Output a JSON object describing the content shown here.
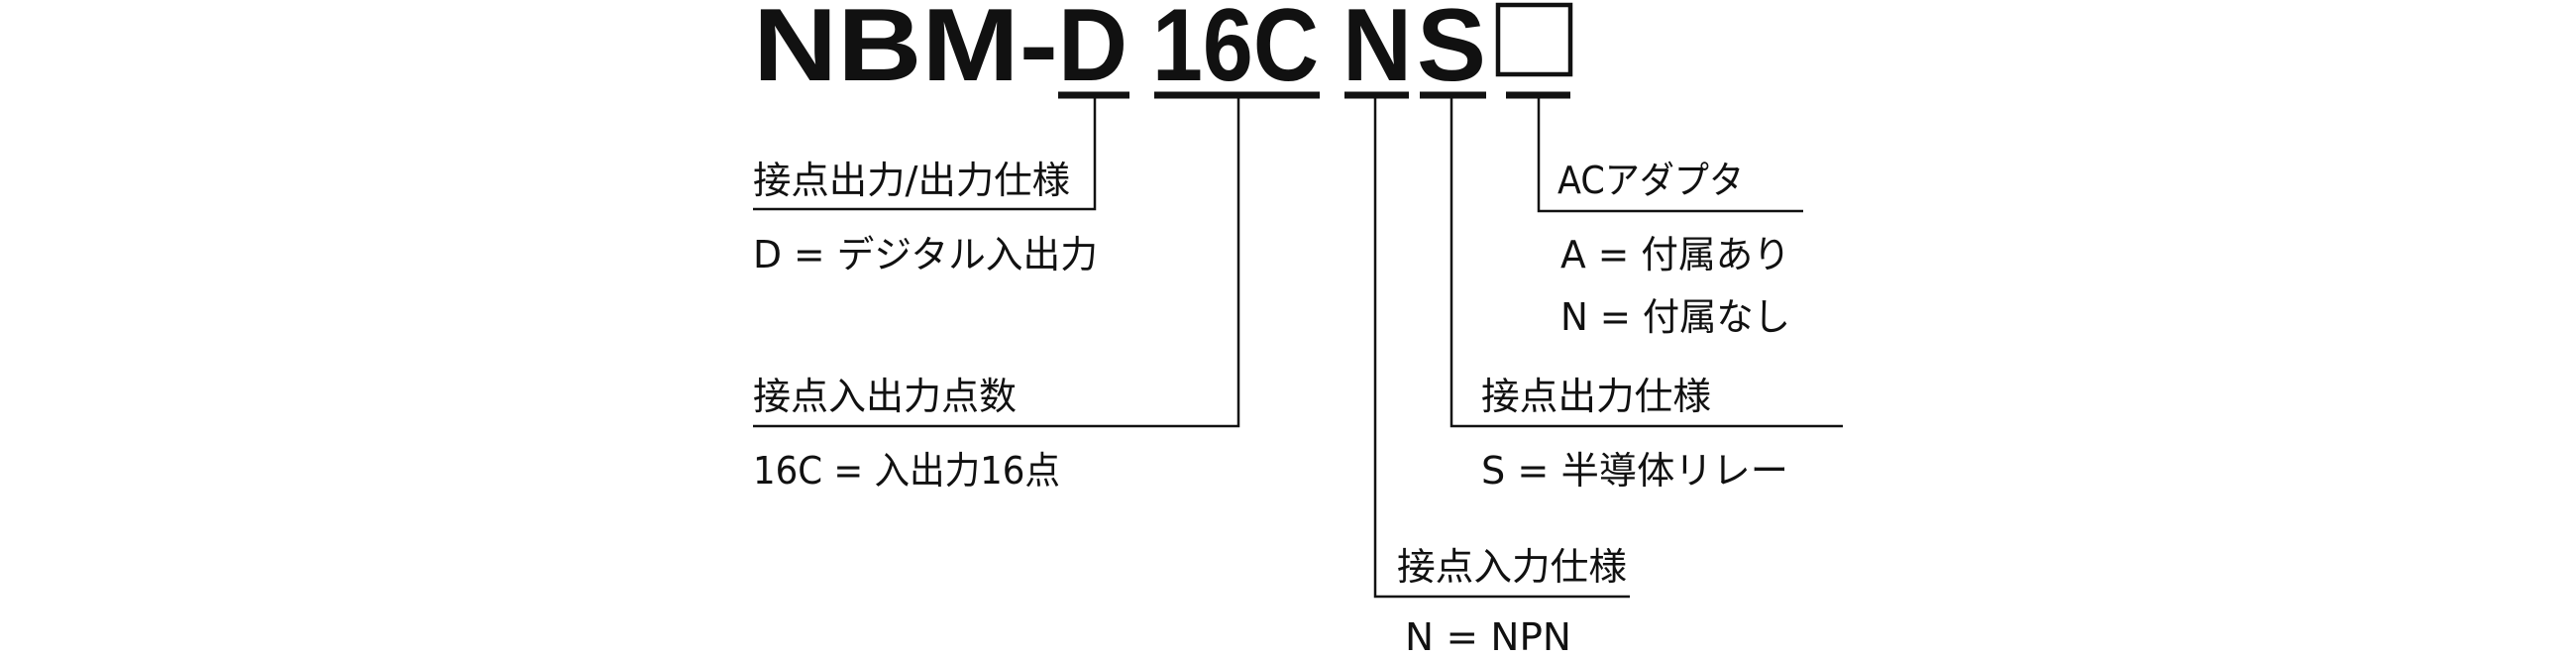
{
  "model": {
    "prefix": "NBM-",
    "codes": [
      "D",
      "16C",
      "N",
      "S"
    ],
    "placeholder_symbol": "□"
  },
  "groups": {
    "io_spec": {
      "title": "接点出力/出力仕様",
      "option": "D = デジタル入出力"
    },
    "io_points": {
      "title": "接点入出力点数",
      "option": "16C = 入出力16点"
    },
    "input_spec": {
      "title": "接点入力仕様",
      "option": "N = NPN"
    },
    "output_spec": {
      "title": "接点出力仕様",
      "option": "S = 半導体リレー"
    },
    "ac_adapter": {
      "title": "ACアダプタ",
      "options": [
        "A = 付属あり",
        "N = 付属なし"
      ]
    }
  }
}
